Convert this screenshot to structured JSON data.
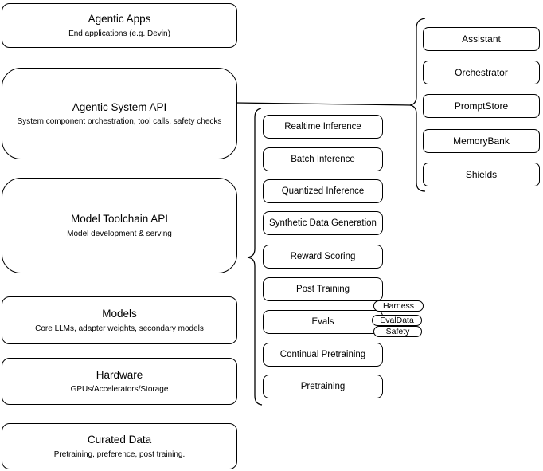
{
  "diagram": {
    "stack_boxes": [
      {
        "title": "Agentic Apps",
        "subtitle": "End applications (e.g. Devin)"
      },
      {
        "title": "Agentic System API",
        "subtitle": "System component orchestration, tool calls, safety checks"
      },
      {
        "title": "Model Toolchain API",
        "subtitle": "Model development & serving"
      },
      {
        "title": "Models",
        "subtitle": "Core LLMs, adapter weights, secondary models"
      },
      {
        "title": "Hardware",
        "subtitle": "GPUs/Accelerators/Storage"
      },
      {
        "title": "Curated Data",
        "subtitle": "Pretraining, preference, post training."
      }
    ],
    "toolchain_items": [
      {
        "label": "Realtime Inference"
      },
      {
        "label": "Batch Inference"
      },
      {
        "label": "Quantized Inference"
      },
      {
        "label": "Synthetic Data Generation"
      },
      {
        "label": "Reward Scoring"
      },
      {
        "label": "Post Training"
      },
      {
        "label": "Evals"
      },
      {
        "label": "Continual Pretraining"
      },
      {
        "label": "Pretraining"
      }
    ],
    "evals_tags": [
      {
        "label": "Harness"
      },
      {
        "label": "EvalData"
      },
      {
        "label": "Safety"
      }
    ],
    "system_components": [
      {
        "label": "Assistant"
      },
      {
        "label": "Orchestrator"
      },
      {
        "label": "PromptStore"
      },
      {
        "label": "MemoryBank"
      },
      {
        "label": "Shields"
      }
    ],
    "colors": {
      "stroke": "#000000",
      "fill": "#ffffff",
      "background": "#ffffff"
    }
  }
}
